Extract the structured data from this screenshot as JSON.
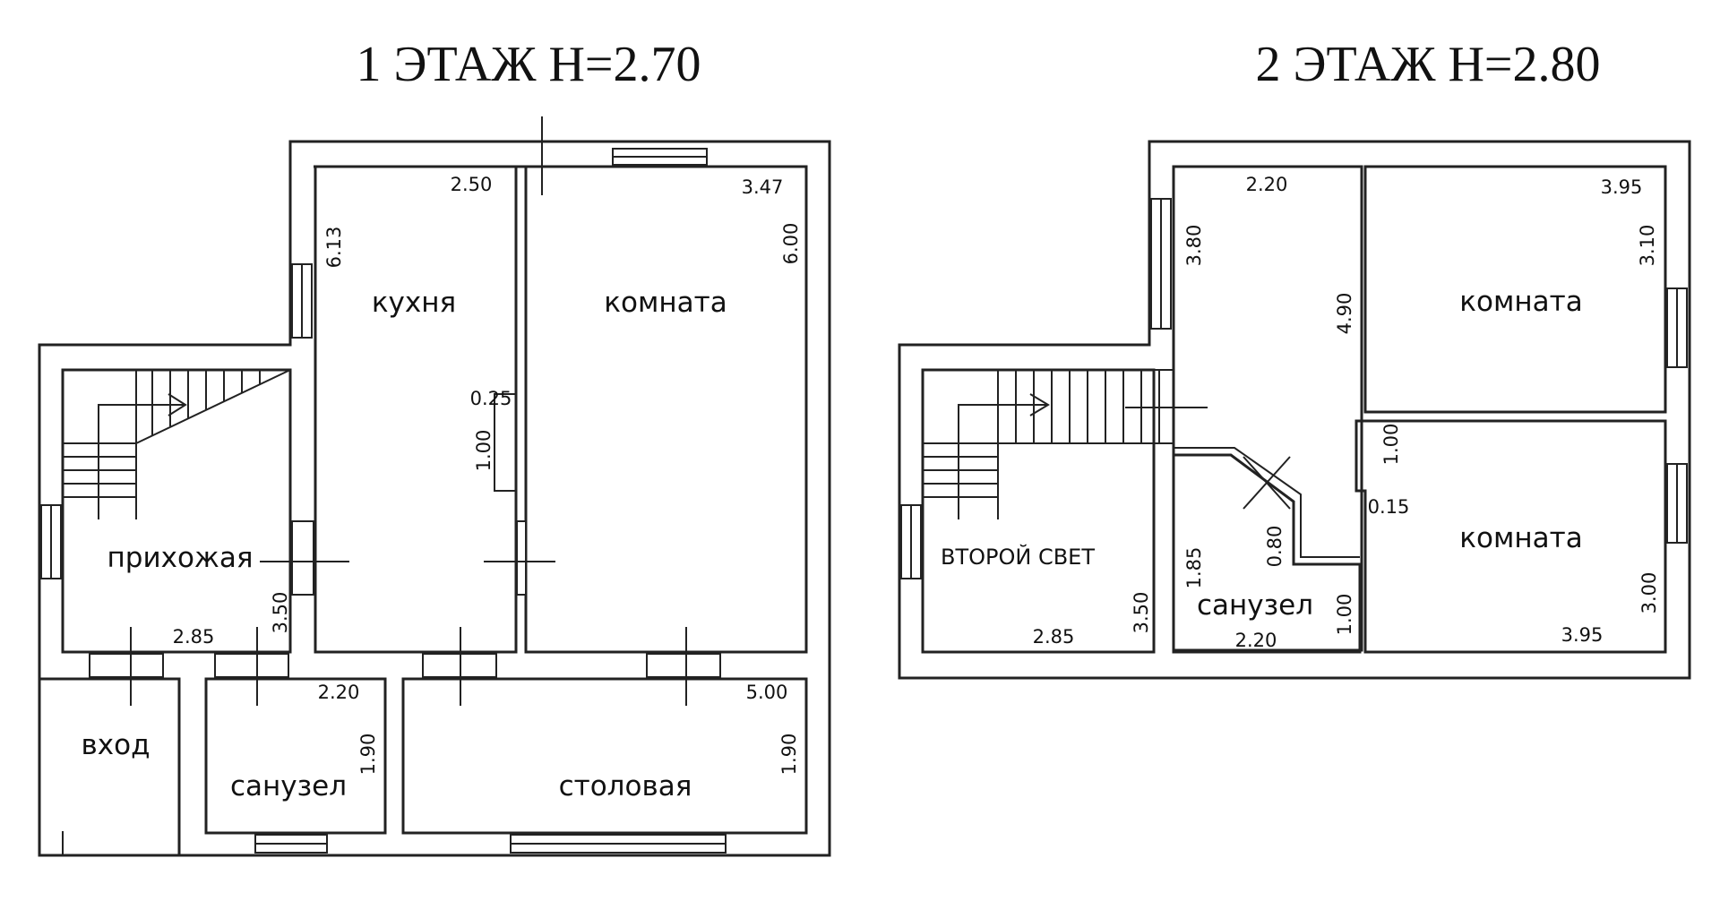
{
  "floor1": {
    "title": "1 ЭТАЖ  H=2.70",
    "rooms": {
      "kitchen": "кухня",
      "room": "комната",
      "hallway": "прихожая",
      "entrance": "вход",
      "bathroom": "санузел",
      "dining": "столовая"
    },
    "dims": {
      "kitchen_w": "2.50",
      "kitchen_l": "6.13",
      "room_w": "3.47",
      "room_l": "6.00",
      "wall_t": "0.25",
      "niche": "1.00",
      "hall_w": "2.85",
      "hall_l": "3.50",
      "bath_w": "2.20",
      "bath_l": "1.90",
      "dining_w": "5.00",
      "dining_l": "1.90"
    }
  },
  "floor2": {
    "title": "2 ЭТАЖ  H=2.80",
    "rooms": {
      "room_top": "комната",
      "room_bottom": "комната",
      "second_light": "ВТОРОЙ СВЕТ",
      "bathroom": "санузел"
    },
    "dims": {
      "corridor_w": "2.20",
      "corridor_l": "3.80",
      "corridor_tall": "4.90",
      "room_top_w": "3.95",
      "room_top_l": "3.10",
      "room_bottom_w": "3.95",
      "room_bottom_l": "3.00",
      "wall_gap": "1.00",
      "wall_t": "0.15",
      "bath_l": "1.85",
      "bath_diag": "0.80",
      "bath_w": "2.20",
      "bath_side": "1.00",
      "light_w": "2.85",
      "light_l": "3.50"
    }
  }
}
